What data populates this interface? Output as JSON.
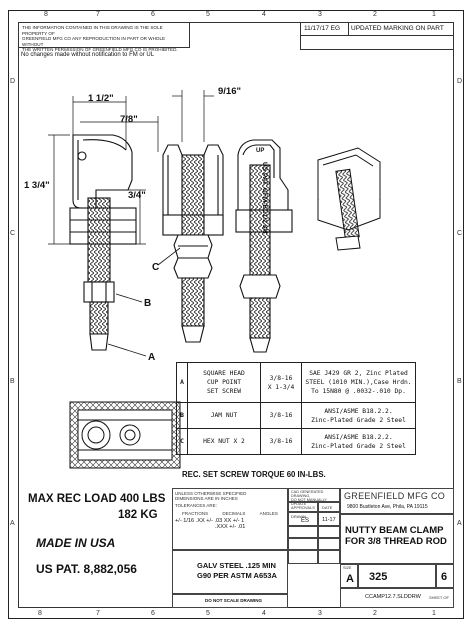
{
  "zones": {
    "top": [
      "8",
      "7",
      "6",
      "5",
      "4",
      "3",
      "2",
      "1"
    ],
    "bottom": [
      "8",
      "7",
      "6",
      "5",
      "4",
      "3",
      "2",
      "1"
    ],
    "left": [
      "D",
      "C",
      "B",
      "A"
    ],
    "right": [
      "D",
      "C",
      "B",
      "A"
    ]
  },
  "proprietary_notice": [
    "THE INFORMATION CONTAINED IN THIS DRAWING IS THE SOLE PROPERTY OF",
    "GREENFIELD MFG CO ANY REPRODUCTION IN PART OR WHOLE WITHOUT",
    "THE WRITTEN PERMISSION OF GREENFIELD MFG CO IS PROHIBITED."
  ],
  "revision": {
    "date": "11/17/17 EG",
    "description": "UPDATED  MARKING ON PART"
  },
  "change_note": "No changes made without notification to FM or UL",
  "dimensions": {
    "width_top": "1 1/2\"",
    "width_mid": "7/8\"",
    "height": "1 3/4\"",
    "throat": "3/4\"",
    "front_width": "9/16\""
  },
  "part_marking": [
    "US PAT.",
    "GFM-BC1/2",
    "3/8"
  ],
  "up_label": "UP",
  "callouts": {
    "a": "A",
    "b": "B",
    "c": "C"
  },
  "bom": [
    {
      "item": "A",
      "desc": [
        "SQUARE HEAD",
        "CUP POINT",
        "SET SCREW"
      ],
      "size": [
        "3/8-16",
        "X 1-3/4"
      ],
      "spec": [
        "SAE J429 GR 2, Zinc Plated",
        "STEEL (1010 MIN.),Case Hrdn.",
        "To 15N80 @ .0032-.010 Dp."
      ]
    },
    {
      "item": "B",
      "desc": [
        "JAM NUT"
      ],
      "size": [
        "3/8-16"
      ],
      "spec": [
        "ANSI/ASME B18.2.2.",
        "Zinc-Plated Grade 2 Steel"
      ]
    },
    {
      "item": "C",
      "desc": [
        "HEX NUT X 2"
      ],
      "size": [
        "3/8-16"
      ],
      "spec": [
        "ANSI/ASME B18.2.2.",
        "Zinc-Plated Grade 2 Steel"
      ]
    }
  ],
  "torque_note": "REC. SET SCREW TORQUE  60 IN-LBS.",
  "load": {
    "line1": "MAX REC LOAD 400 LBS",
    "line2": "182 KG"
  },
  "made_in": "MADE IN USA",
  "patent": "US PAT. 8,882,056",
  "tolerances": {
    "header": [
      "UNLESS OTHERWISE SPECIFIED",
      "DIMENSIONS ARE IN INCHES"
    ],
    "label": "TOLERANCES ARE:",
    "cols": [
      "FRACTIONS",
      "DECIMALS",
      "ANGLES"
    ],
    "values": "+/- 1/16   .XX  +/- .03   XX  +/- 1",
    "values2": ".XXX  +/- .01"
  },
  "material": {
    "line1": "GALV STEEL .125 MIN",
    "line2": "G90 PER ASTM A653A"
  },
  "do_not_scale": "DO NOT SCALE DRAWING",
  "cad_note": [
    "CAD GENERATED DRAWING,",
    "DO NOT MANUALLY UPDATE"
  ],
  "signoff": {
    "drawn_label": "DRAWN",
    "drawn_by": "ES",
    "drawn_date": "11-17",
    "approved_label": "APPROVALS",
    "date_label": "DATE"
  },
  "company": {
    "name": "GREENFIELD MFG CO",
    "address": "9800 Bustleton Ave, Phila, PA 19115"
  },
  "title": {
    "line1": "NUTTY BEAM CLAMP",
    "line2": "FOR 3/8 THREAD ROD"
  },
  "dwg_no": "325",
  "rev": "6",
  "size_label": "SIZE",
  "size_value": "A",
  "filename": "CCAMP12.7.SLDDRW",
  "sheet": "SHEET OF"
}
